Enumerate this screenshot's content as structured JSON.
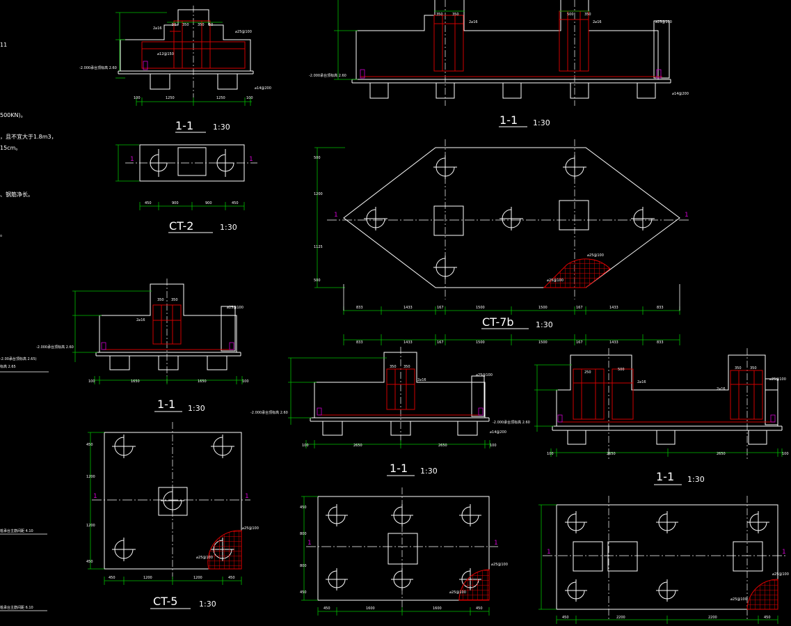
{
  "colors": {
    "background": "#000000",
    "outline": "#ffffff",
    "dimension": "#00c000",
    "rebar": "#d00000",
    "section_mark": "#d000d0",
    "hatch": "#e00000"
  },
  "notes_left": [
    {
      "text": "11"
    },
    {
      "text": "500KN)。"
    },
    {
      "text": "，且不宜大于1.8m3，"
    },
    {
      "text": "15cm。"
    },
    {
      "text": "、钢筋净长。"
    },
    {
      "text": "。"
    },
    {
      "text": "-2.00承台顶标高 2.65)"
    },
    {
      "text": "标高 2.65"
    },
    {
      "text": "桩承台主筋间距 4.10"
    },
    {
      "text": "桩承台主筋间距 6.10"
    }
  ],
  "sections": {
    "s1_title": "1-1",
    "s1_scale": "1:30",
    "s2_title": "1-1",
    "s2_scale": "1:30",
    "s3_title": "1-1",
    "s3_scale": "1:30",
    "s4_title": "1-1",
    "s4_scale": "1:30",
    "s5_title": "1-1",
    "s5_scale": "1:30"
  },
  "plans": {
    "ct2_title": "CT-2",
    "ct2_scale": "1:30",
    "ct7b_title": "CT-7b",
    "ct7b_scale": "1:30",
    "ct5_title": "CT-5",
    "ct5_scale": "1:30"
  },
  "section_marks": {
    "mark": "1"
  },
  "dims": {
    "s1": [
      "100",
      "1250",
      "1250",
      "100"
    ],
    "s1_col": [
      "50",
      "350",
      "350",
      "50"
    ],
    "ct2": [
      "450",
      "900",
      "900",
      "450"
    ],
    "s2_top": [
      "350",
      "350",
      "500",
      "350"
    ],
    "s3": [
      "100",
      "1650",
      "1650",
      "100"
    ],
    "s3_col": [
      "350",
      "350"
    ],
    "ct7b_a": [
      "833",
      "1433",
      "167",
      "1500",
      "1500",
      "167",
      "1433",
      "833"
    ],
    "ct5": [
      "450",
      "1200",
      "1200",
      "450"
    ],
    "s4": [
      "100",
      "2650",
      "2650",
      "100"
    ],
    "s4_col": [
      "350",
      "350"
    ],
    "s5": [
      "100",
      "2650",
      "2650",
      "100"
    ],
    "s5_col": [
      "250",
      "500",
      "350",
      "350"
    ],
    "p6": [
      "450",
      "1600",
      "1600",
      "450"
    ],
    "p7": [
      "450",
      "2200",
      "2200",
      "450"
    ],
    "v_ct7b": [
      "500",
      "1200",
      "1125",
      "500"
    ],
    "v_ct5": [
      "450",
      "1200",
      "1200",
      "450"
    ],
    "v_p6": [
      "450",
      "800",
      "800",
      "450"
    ]
  },
  "annotations": {
    "elev": "-2.000承台顶标高 2.60",
    "bar_a": "2⌀16",
    "bar_b": "⌀12@150",
    "bar_c": "⌀25@100",
    "bar_d": "⌀14@200"
  }
}
